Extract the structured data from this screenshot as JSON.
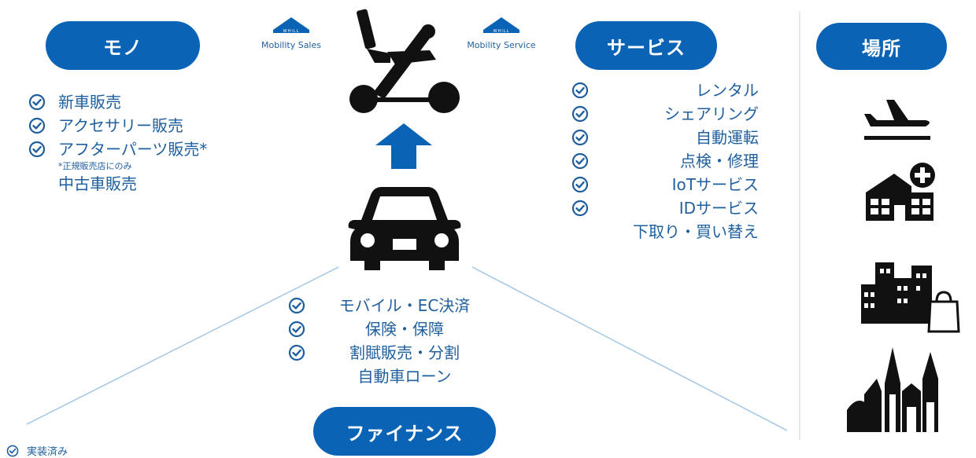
{
  "mono": {
    "title": "モノ",
    "items": [
      "新車販売",
      "アクセサリー販売",
      "アフターパーツ販売*"
    ],
    "note": "*正規販売店にのみ",
    "unchecked": "中古車販売"
  },
  "service": {
    "title": "サービス",
    "items": [
      "レンタル",
      "シェアリング",
      "自動運転",
      "点検・修理",
      "IoTサービス",
      "IDサービス"
    ],
    "unchecked": "下取り・買い替え"
  },
  "finance": {
    "title": "ファイナンス",
    "items": [
      "モバイル・EC決済",
      "保険・保障",
      "割賦販売・分割"
    ],
    "unchecked": "自動車ローン"
  },
  "place": {
    "title": "場所"
  },
  "whill_left": {
    "logo": "WHILL",
    "caption": "Mobility Sales"
  },
  "whill_right": {
    "logo": "WHILL",
    "caption": "Mobility Service"
  },
  "legend": {
    "label": "実装済み"
  },
  "icons": {
    "check": "check-circle-icon",
    "wheelchair": "wheelchair-icon",
    "arrow": "up-arrow-icon",
    "car": "car-icon",
    "airport": "airplane-icon",
    "hospital": "hospital-icon",
    "city": "city-shopping-icon",
    "tourism": "landmark-icon"
  },
  "colors": {
    "accent": "#0a63b4",
    "text": "#1f5f9e"
  }
}
